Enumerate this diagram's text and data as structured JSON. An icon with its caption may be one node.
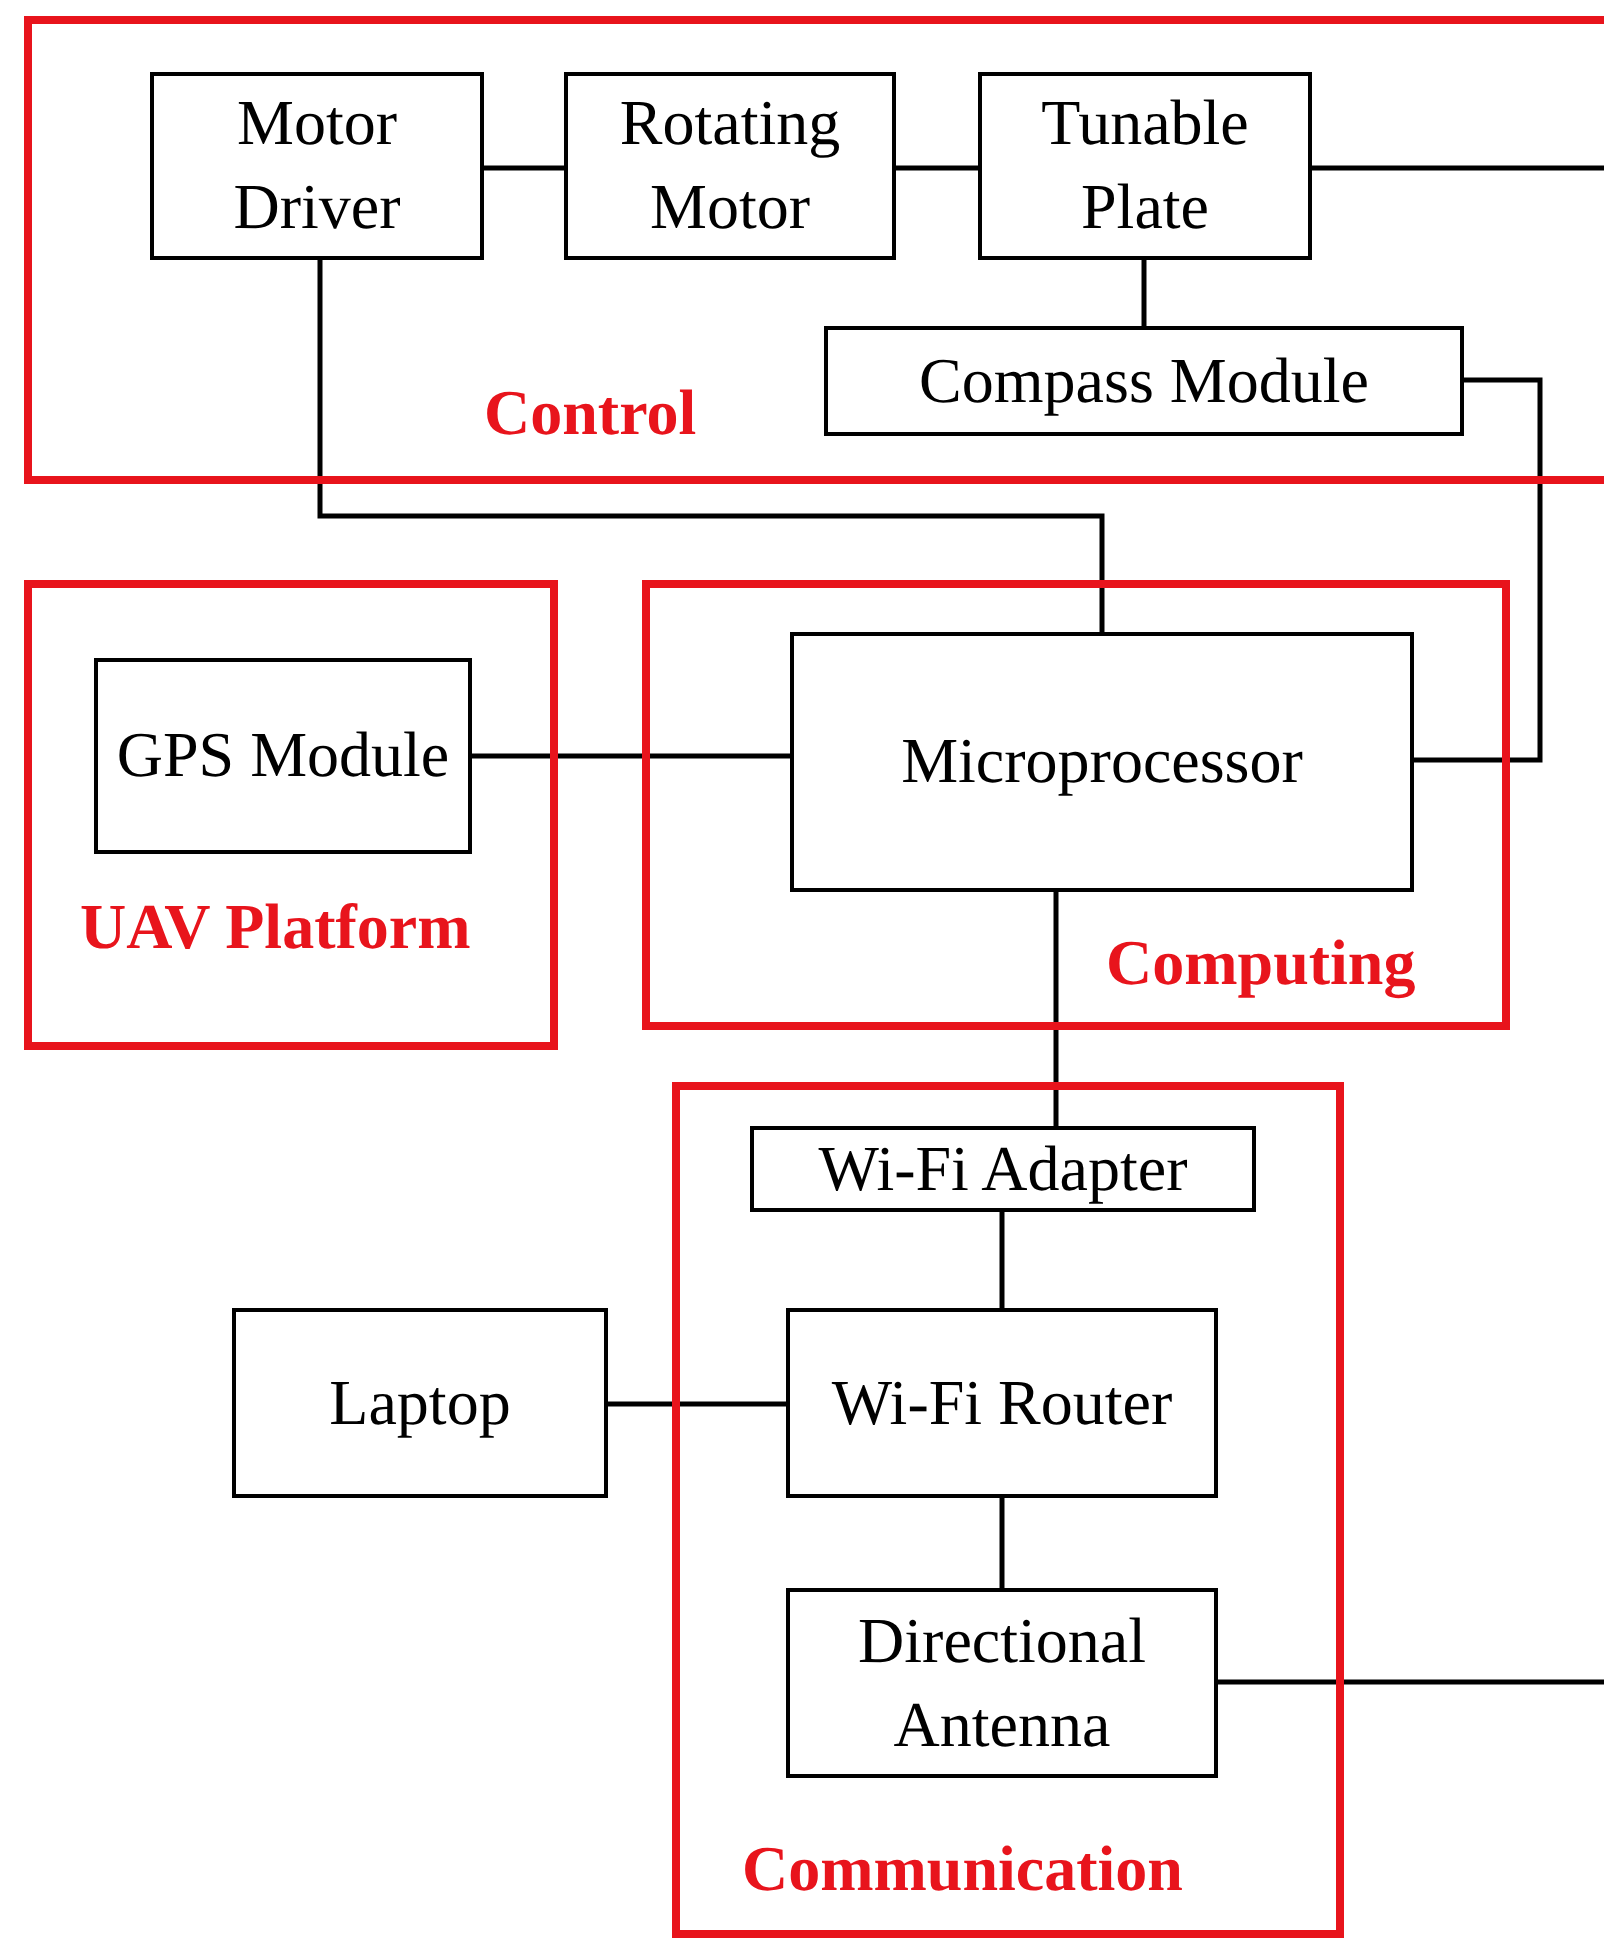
{
  "diagram": {
    "nodes": [
      {
        "text": [
          "Control"
        ]
      },
      {
        "text": [
          "Motor Driver"
        ],
        "in": 0
      },
      {
        "text": [
          "Rotating Motor"
        ],
        "in": 0
      },
      {
        "text": [
          "Tunable Plate"
        ],
        "in": 0
      },
      {
        "text": [
          "Compass Module"
        ],
        "in": 0
      },
      {
        "text": [
          "UAV Platform"
        ]
      },
      {
        "text": [
          "GPS Module"
        ],
        "in": 5
      },
      {
        "text": [
          "Computing"
        ]
      },
      {
        "text": [
          "Microprocessor"
        ],
        "in": 7
      },
      {
        "text": [
          "Communication"
        ]
      },
      {
        "text": [
          "Wi-Fi Adapter"
        ],
        "in": 9
      },
      {
        "text": [
          "Wi-Fi Router"
        ],
        "in": 9
      },
      {
        "text": [
          "Directional Antenna"
        ],
        "in": 9
      },
      {
        "text": [
          "Laptop"
        ]
      }
    ],
    "edges": [
      {
        "from": 1,
        "to": 2,
        "arrow": "none"
      },
      {
        "from": 2,
        "to": 3,
        "arrow": "none"
      },
      {
        "from": 3,
        "to": null,
        "arrow": "none"
      },
      {
        "from": 3,
        "to": 4,
        "arrow": "none"
      },
      {
        "from": 1,
        "to": 8,
        "arrow": "none"
      },
      {
        "from": 4,
        "to": 8,
        "arrow": "none"
      },
      {
        "from": 6,
        "to": 8,
        "arrow": "none"
      },
      {
        "from": 8,
        "to": 10,
        "arrow": "none"
      },
      {
        "from": 10,
        "to": 11,
        "arrow": "none"
      },
      {
        "from": 11,
        "to": 12,
        "arrow": "none"
      },
      {
        "from": 13,
        "to": 11,
        "arrow": "none"
      },
      {
        "from": 12,
        "to": null,
        "arrow": "none"
      }
    ]
  }
}
